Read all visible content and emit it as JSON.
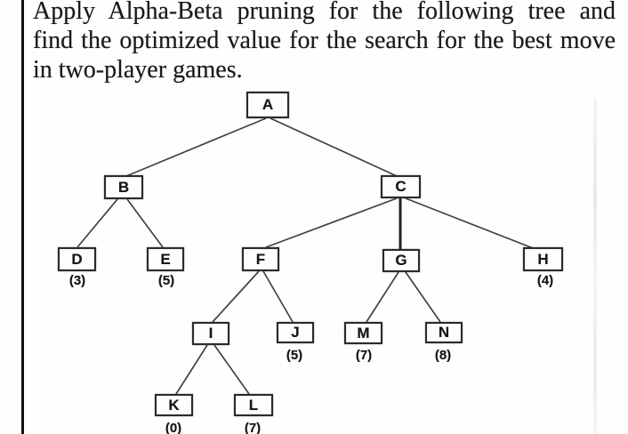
{
  "prompt": {
    "line1": "Apply Alpha-Beta pruning for the following tree and",
    "line2": "find the optimized value for the search for the best move",
    "line3": "in two-player games."
  },
  "tree": {
    "type": "game-tree",
    "root": "A",
    "nodes": {
      "A": {
        "label": "A",
        "children": [
          "B",
          "C"
        ]
      },
      "B": {
        "label": "B",
        "children": [
          "D",
          "E"
        ]
      },
      "C": {
        "label": "C",
        "children": [
          "F",
          "G",
          "H"
        ]
      },
      "D": {
        "label": "D",
        "value": "(3)"
      },
      "E": {
        "label": "E",
        "value": "(5)"
      },
      "F": {
        "label": "F",
        "children": [
          "I",
          "J"
        ]
      },
      "G": {
        "label": "G",
        "children": [
          "M",
          "N"
        ]
      },
      "H": {
        "label": "H",
        "value": "(4)"
      },
      "I": {
        "label": "I",
        "children": [
          "K",
          "L"
        ]
      },
      "J": {
        "label": "J",
        "value": "(5)"
      },
      "M": {
        "label": "M",
        "value": "(7)"
      },
      "N": {
        "label": "N",
        "value": "(8)"
      },
      "K": {
        "label": "K",
        "value": "(0)"
      },
      "L": {
        "label": "L",
        "value": "(7)"
      }
    }
  },
  "colors": {
    "ink": "#191919",
    "edge": "#424242",
    "emphasized_edge": "#222222",
    "background": "#fefefe"
  }
}
